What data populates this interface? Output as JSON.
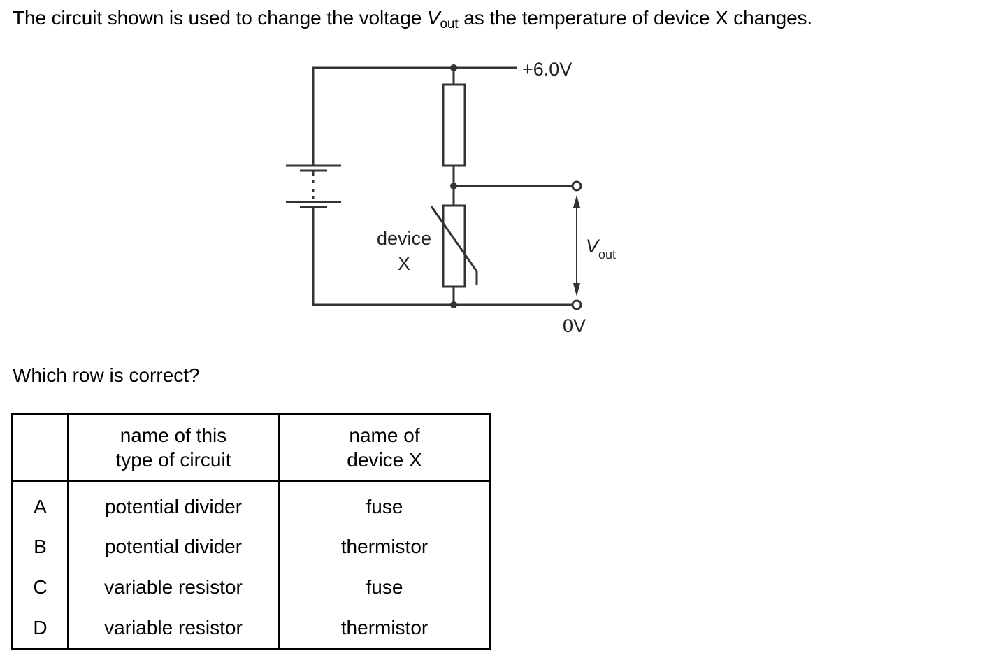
{
  "question": {
    "text_before": "The circuit shown is used to change the voltage ",
    "symbol": "V",
    "symbol_subscript": "out",
    "text_after": " as the temperature of device X changes."
  },
  "diagram": {
    "supply_label": "+6.0V",
    "ground_label": "0V",
    "device_label_line1": "device",
    "device_label_line2": "X",
    "output_symbol": "V",
    "output_subscript": "out",
    "components": [
      "battery-icon",
      "fixed-resistor",
      "thermistor (device X)",
      "output terminals"
    ]
  },
  "prompt": "Which row is correct?",
  "table": {
    "headers": [
      "",
      "name of this type of circuit",
      "name of device X"
    ],
    "header_lines": {
      "col1": [
        "name of this",
        "type of circuit"
      ],
      "col2": [
        "name of",
        "device X"
      ]
    },
    "rows": [
      {
        "letter": "A",
        "circuit": "potential divider",
        "device": "fuse"
      },
      {
        "letter": "B",
        "circuit": "potential divider",
        "device": "thermistor"
      },
      {
        "letter": "C",
        "circuit": "variable resistor",
        "device": "fuse"
      },
      {
        "letter": "D",
        "circuit": "variable resistor",
        "device": "thermistor"
      }
    ]
  }
}
